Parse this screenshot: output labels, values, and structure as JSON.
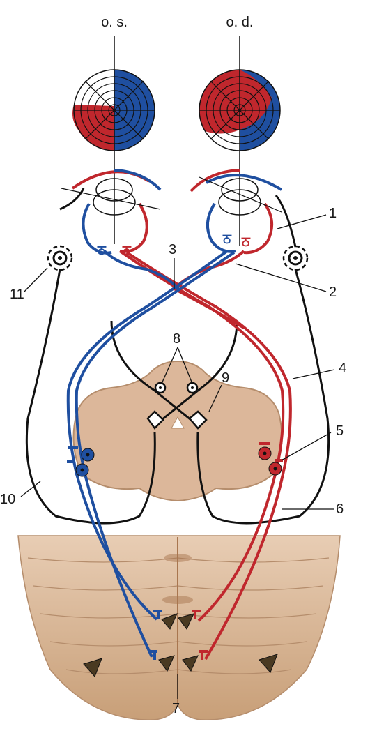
{
  "headers": {
    "left_eye": "o. s.",
    "right_eye": "o. d."
  },
  "labels": {
    "n1": "1",
    "n2": "2",
    "n3": "3",
    "n4": "4",
    "n5": "5",
    "n6": "6",
    "n7": "7",
    "n8": "8",
    "n9": "9",
    "n10": "10",
    "n11": "11"
  },
  "colors": {
    "red_pathway": "#c0272d",
    "blue_pathway": "#1f4fa0",
    "neural_black": "#111111",
    "tissue": "#dcb79a",
    "tissue_edge": "#b58d6c",
    "cerebellum": "#d7b493"
  }
}
